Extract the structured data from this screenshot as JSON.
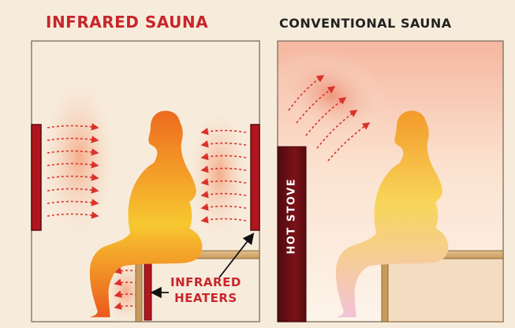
{
  "titles": {
    "infrared": "INFRARED SAUNA",
    "conventional": "CONVENTIONAL SAUNA"
  },
  "labels": {
    "heaters_line1": "INFRARED",
    "heaters_line2": "HEATERS",
    "stove": "HOT STOVE"
  },
  "colors": {
    "title_infrared": "#c8262c",
    "title_conventional": "#222222",
    "heater": "#b0161e",
    "stove": "#6a0f14",
    "heat_arrow": "#d9322b",
    "bench": "#d8b07a",
    "background": "#f7ecdc"
  },
  "icons": [
    "heat-wave-arrow-icon",
    "person-silhouette-icon",
    "pointer-arrow-icon"
  ]
}
